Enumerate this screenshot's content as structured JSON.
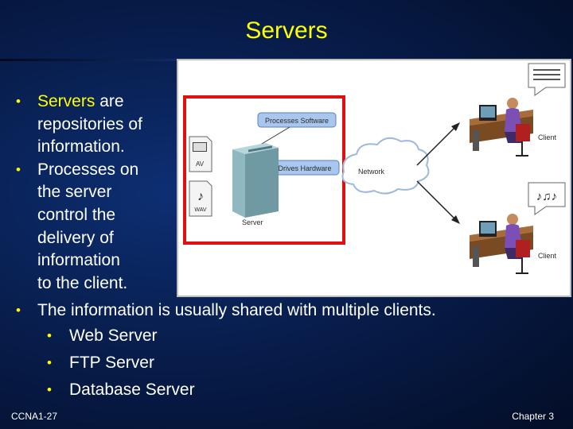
{
  "slide": {
    "title": "Servers",
    "bullets": [
      {
        "highlight": "Servers",
        "rest_line1": " are",
        "lines": [
          "repositories of",
          "information."
        ]
      },
      {
        "lines": [
          "Processes on",
          "the server",
          "control the",
          "delivery of",
          "information",
          "to the client."
        ]
      },
      {
        "lines": [
          "The information is usually shared with multiple clients."
        ]
      }
    ],
    "sub_bullets": [
      "Web Server",
      "FTP Server",
      "Database Server"
    ],
    "footer_left": "CCNA1-27",
    "footer_right": "Chapter 3"
  },
  "diagram": {
    "processes_label": "Processes Software",
    "disk_label": "Disk Drives Hardware",
    "network_label": "Network",
    "server_label": "Server",
    "client_label_1": "Client",
    "client_label_2": "Client",
    "file_av": "AV",
    "file_wav": "WAV",
    "accent_red": "#e01010",
    "label_blue": "#a9c6ee"
  }
}
